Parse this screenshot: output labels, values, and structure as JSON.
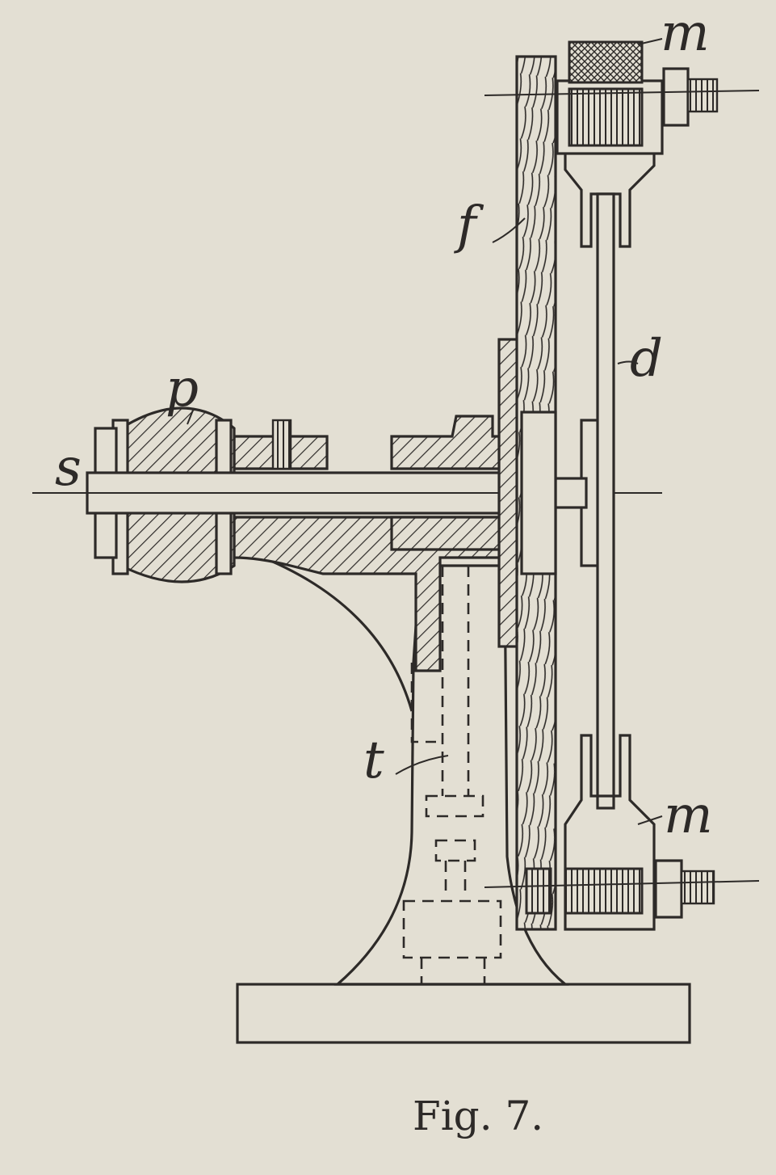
{
  "figure": {
    "caption": "Fig. 7.",
    "labels": {
      "m_top": "m",
      "f": "f",
      "d": "d",
      "p": "p",
      "s": "s",
      "t": "t",
      "m_bottom": "m"
    }
  },
  "colors": {
    "paper": "#e3dfd3",
    "ink": "#2d2a28"
  }
}
